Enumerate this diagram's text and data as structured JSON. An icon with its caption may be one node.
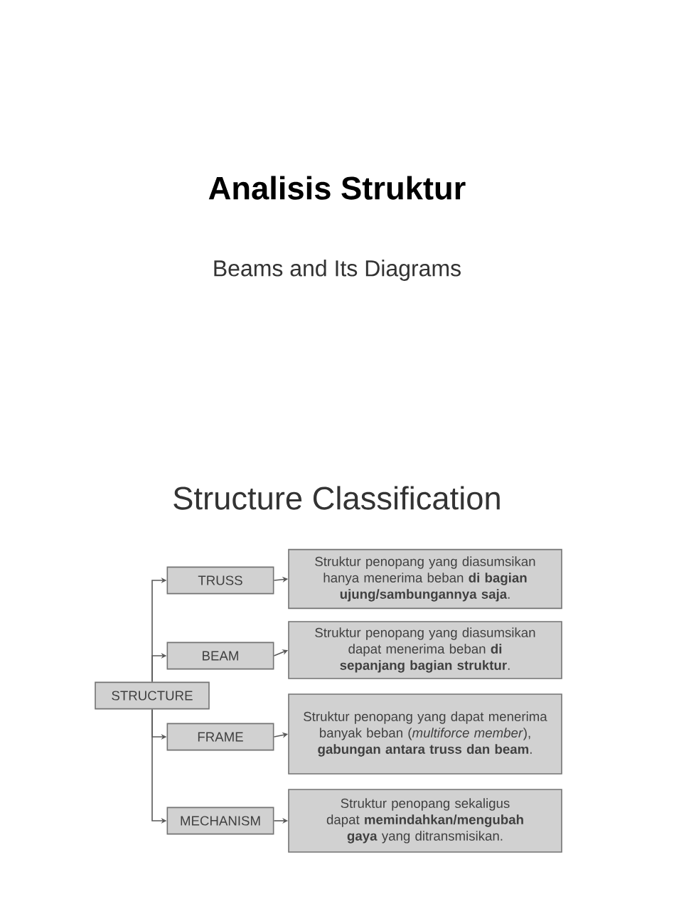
{
  "diagram": {
    "title": "Analisis Struktur",
    "nodes": [
      {
        "text": [
          "STRUCTURE"
        ]
      },
      {
        "text": [
          "TRUSS"
        ]
      },
      {
        "text": [
          "Struktur penopang yang diasumsikan hanya menerima beban **di bagian ujung/sambungannya saja**."
        ]
      },
      {
        "text": [
          "BEAM"
        ]
      },
      {
        "text": [
          "Struktur penopang yang diasumsikan dapat menerima beban **di sepanjang bagian struktur**."
        ]
      },
      {
        "text": [
          "FRAME"
        ]
      },
      {
        "text": [
          "Struktur penopang yang dapat menerima banyak beban (*multiforce member*), **gabungan antara truss dan beam**."
        ]
      },
      {
        "text": [
          "MECHANISM"
        ]
      },
      {
        "text": [
          "Struktur penopang sekaligus dapat **memindahkan/mengubah gaya** yang ditransmisikan."
        ]
      }
    ],
    "edges": [
      {
        "from": 0,
        "to": 1,
        "arrow": "to"
      },
      {
        "from": 0,
        "to": 3,
        "arrow": "to"
      },
      {
        "from": 0,
        "to": 5,
        "arrow": "to"
      },
      {
        "from": 0,
        "to": 7,
        "arrow": "to"
      },
      {
        "from": 1,
        "to": 2,
        "arrow": "to"
      },
      {
        "from": 3,
        "to": 4,
        "arrow": "to"
      },
      {
        "from": 5,
        "to": 6,
        "arrow": "to"
      },
      {
        "from": 7,
        "to": 8,
        "arrow": "to"
      }
    ],
    "labels": [
      "Beams and Its Diagrams",
      "Structure Classification"
    ]
  }
}
